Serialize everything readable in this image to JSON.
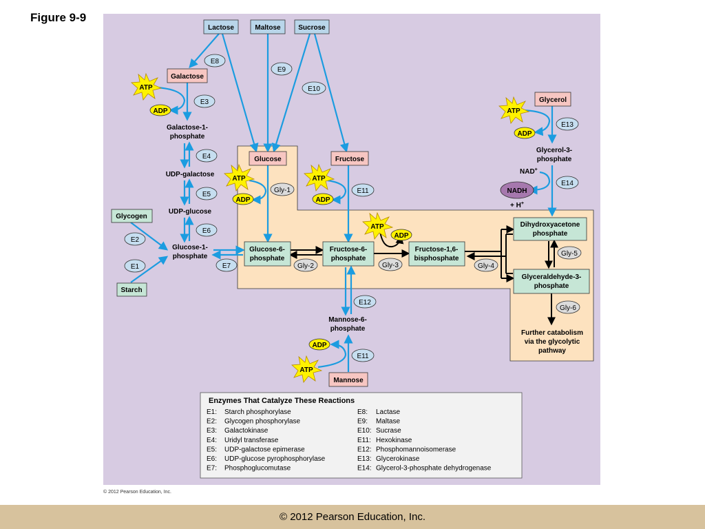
{
  "figure_label": "Figure 9-9",
  "copyright_small": "© 2012 Pearson Education, Inc.",
  "footer": "© 2012 Pearson Education, Inc.",
  "colors": {
    "panel": "#d7cbe2",
    "pathway_region": "#fde2bf",
    "sugar_box": "#b9d6ea",
    "pink_box": "#f7c6c2",
    "green_box": "#c6e6d6",
    "enzyme_oval": "#c6def0",
    "gly_oval": "#dcdcdc",
    "atp_star": "#fff200",
    "nadh_oval": "#a678ae",
    "arrow_blue": "#1b9ce0",
    "arrow_black": "#000000",
    "footer_bar": "#d7c29d"
  },
  "boxes": {
    "lactose": "Lactose",
    "maltose": "Maltose",
    "sucrose": "Sucrose",
    "galactose": "Galactose",
    "glycerol": "Glycerol",
    "glucose": "Glucose",
    "fructose": "Fructose",
    "glycogen": "Glycogen",
    "starch": "Starch",
    "mannose": "Mannose",
    "g6p": [
      "Glucose-6-",
      "phosphate"
    ],
    "f6p": [
      "Fructose-6-",
      "phosphate"
    ],
    "f16bp": [
      "Fructose-1,6-",
      "bisphosphate"
    ],
    "dhap": [
      "Dihydroxyacetone",
      "phosphate"
    ],
    "gap": [
      "Glyceraldehyde-3-",
      "phosphate"
    ]
  },
  "labels": {
    "gal1p": [
      "Galactose-1-",
      "phosphate"
    ],
    "udp_gal": "UDP-galactose",
    "udp_glc": "UDP-glucose",
    "glc1p": [
      "Glucose-1-",
      "phosphate"
    ],
    "gly3p": [
      "Glycerol-3-",
      "phosphate"
    ],
    "nad": "NAD",
    "nad_sup": "+",
    "h": "+ H",
    "h_sup": "+",
    "man6p": [
      "Mannose-6-",
      "phosphate"
    ],
    "further": [
      "Further catabolism",
      "via the glycolytic",
      "pathway"
    ]
  },
  "enzymes": {
    "e1": "E1",
    "e2": "E2",
    "e3": "E3",
    "e4": "E4",
    "e5": "E5",
    "e6": "E6",
    "e7": "E7",
    "e8": "E8",
    "e9": "E9",
    "e10": "E10",
    "e11a": "E11",
    "e11b": "E11",
    "e12": "E12",
    "e13": "E13",
    "e14": "E14"
  },
  "gly": {
    "gly1": "Gly-1",
    "gly2": "Gly-2",
    "gly3": "Gly-3",
    "gly4": "Gly-4",
    "gly5": "Gly-5",
    "gly6": "Gly-6"
  },
  "cofactors": {
    "atp": "ATP",
    "adp": "ADP",
    "nadh": "NADH"
  },
  "legend": {
    "title": "Enzymes That Catalyze These Reactions",
    "left": [
      [
        "E1:",
        "Starch phosphorylase"
      ],
      [
        "E2:",
        "Glycogen phosphorylase"
      ],
      [
        "E3:",
        "Galactokinase"
      ],
      [
        "E4:",
        "Uridyl transferase"
      ],
      [
        "E5:",
        "UDP-galactose epimerase"
      ],
      [
        "E6:",
        "UDP-glucose pyrophosphorylase"
      ],
      [
        "E7:",
        "Phosphoglucomutase"
      ]
    ],
    "right": [
      [
        "E8:",
        "Lactase"
      ],
      [
        "E9:",
        "Maltase"
      ],
      [
        "E10:",
        "Sucrase"
      ],
      [
        "E11:",
        "Hexokinase"
      ],
      [
        "E12:",
        "Phosphomannoisomerase"
      ],
      [
        "E13:",
        "Glycerokinase"
      ],
      [
        "E14:",
        "Glycerol-3-phosphate dehydrogenase"
      ]
    ]
  }
}
